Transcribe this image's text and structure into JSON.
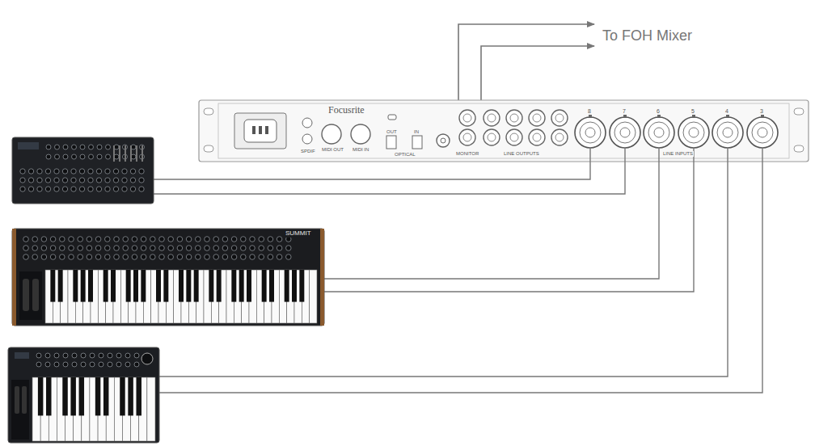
{
  "diagram": {
    "labels": [
      "To FOH Mixer",
      "Focusrite",
      "MONITOR",
      "LINE OUTPUTS",
      "LINE INPUTS",
      "OPTICAL",
      "OUT",
      "IN",
      "MIDI OUT",
      "MIDI IN",
      "SPDIF",
      "8",
      "7",
      "6",
      "5",
      "4",
      "3",
      "SUMMIT"
    ]
  }
}
